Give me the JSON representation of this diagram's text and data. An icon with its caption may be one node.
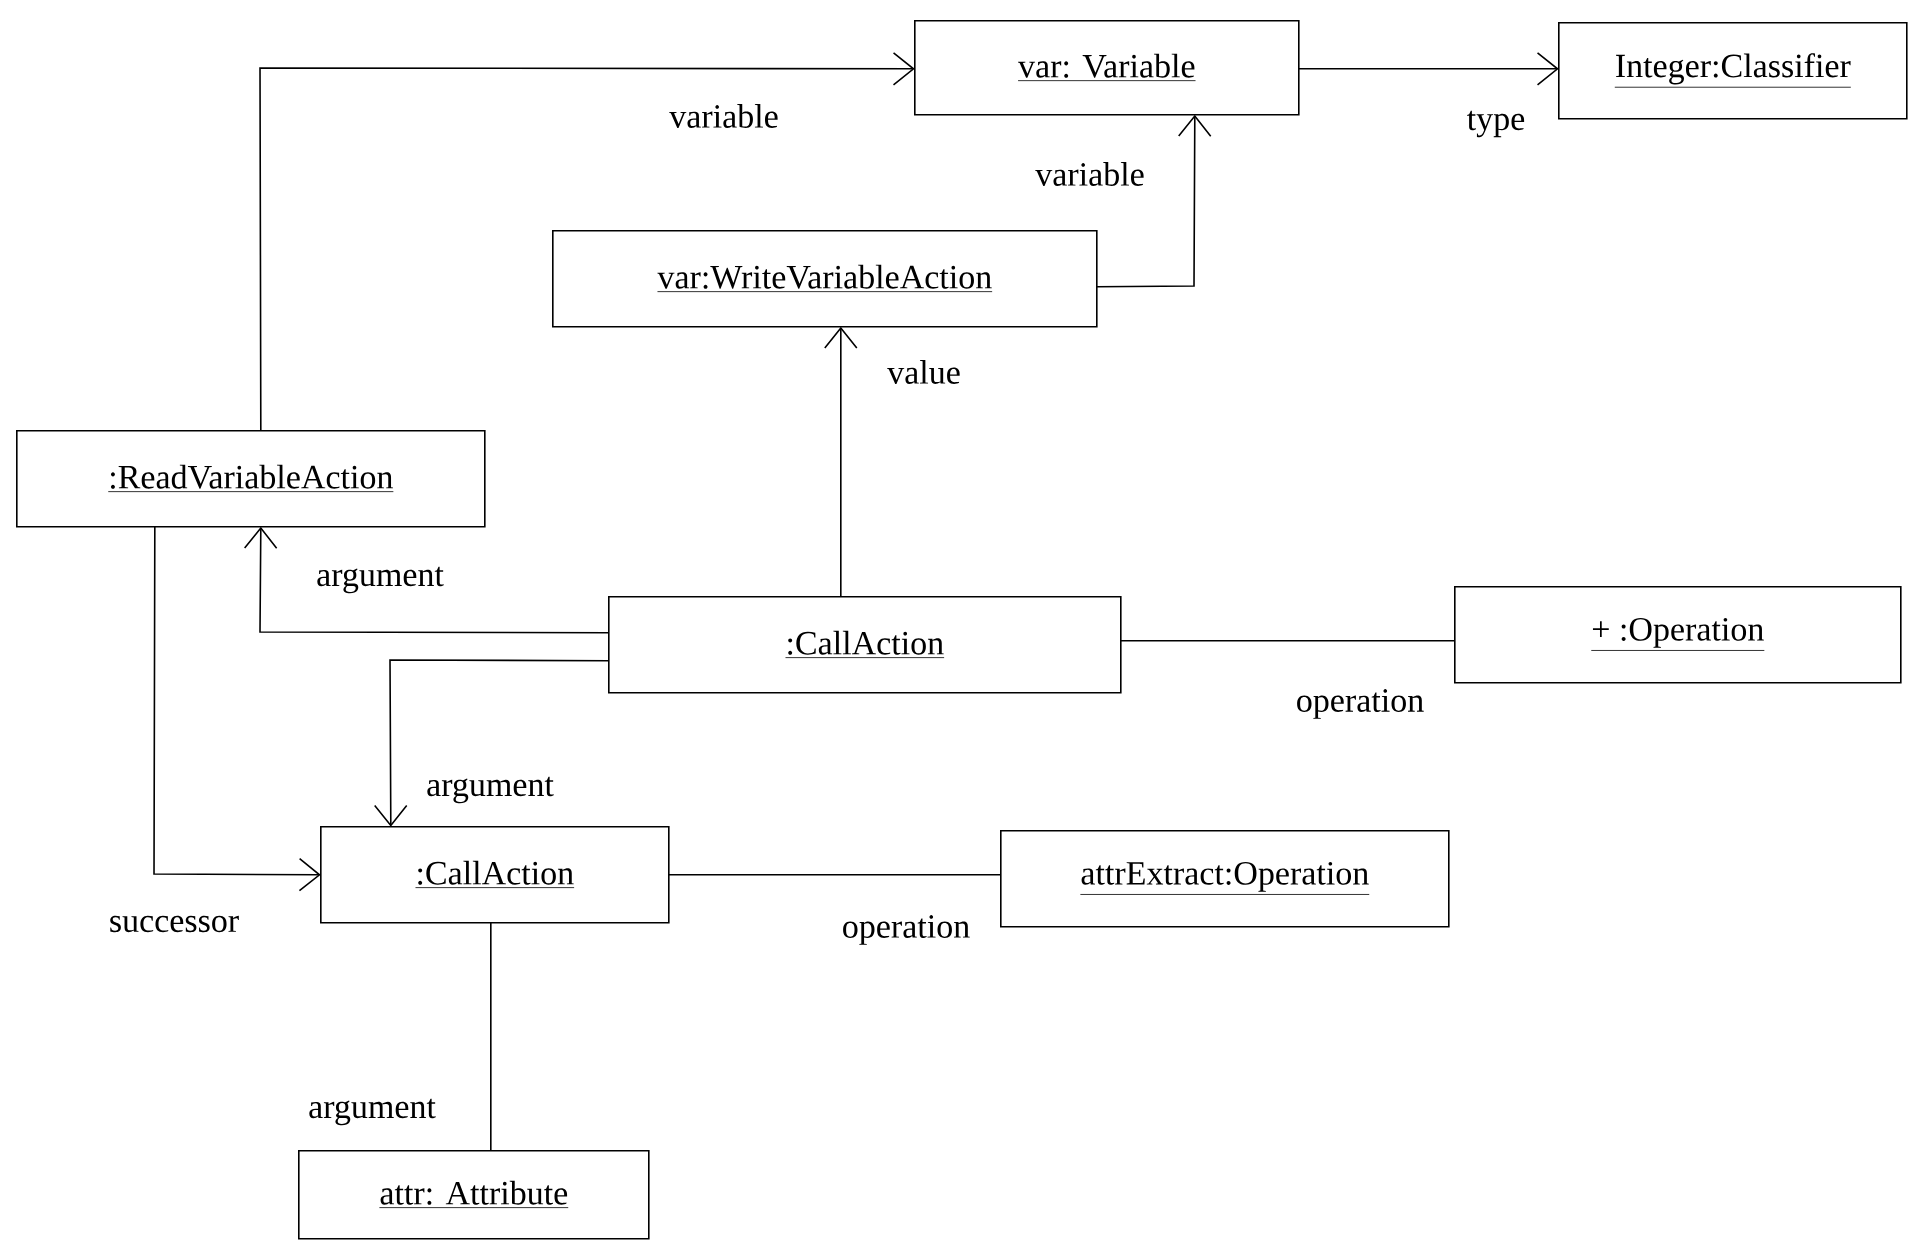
{
  "diagram": {
    "nodes": [
      {
        "text": [
          "var: Variable"
        ]
      },
      {
        "text": [
          "Integer:Classifier"
        ]
      },
      {
        "text": [
          "var:WriteVariableAction"
        ]
      },
      {
        "text": [
          ":ReadVariableAction"
        ]
      },
      {
        "text": [
          ":CallAction"
        ]
      },
      {
        "text": [
          "+ :Operation"
        ]
      },
      {
        "text": [
          ":CallAction"
        ]
      },
      {
        "text": [
          "attrExtract:Operation"
        ]
      },
      {
        "text": [
          "attr: Attribute"
        ]
      }
    ],
    "edges": [
      {
        "from": 3,
        "to": 0,
        "arrow": "to",
        "label": "variable"
      },
      {
        "from": 0,
        "to": 1,
        "arrow": "to",
        "label": "type"
      },
      {
        "from": 2,
        "to": 0,
        "arrow": "to",
        "label": "variable"
      },
      {
        "from": 4,
        "to": 2,
        "arrow": "to",
        "label": "value"
      },
      {
        "from": 4,
        "to": 3,
        "arrow": "to",
        "label": "argument"
      },
      {
        "from": 4,
        "to": 5,
        "arrow": "none",
        "label": "operation"
      },
      {
        "from": 4,
        "to": 6,
        "arrow": "to",
        "label": "argument"
      },
      {
        "from": 3,
        "to": 6,
        "arrow": "to",
        "label": "successor"
      },
      {
        "from": 6,
        "to": 7,
        "arrow": "none",
        "label": "operation"
      },
      {
        "from": 6,
        "to": 8,
        "arrow": "none",
        "label": "argument"
      }
    ]
  }
}
